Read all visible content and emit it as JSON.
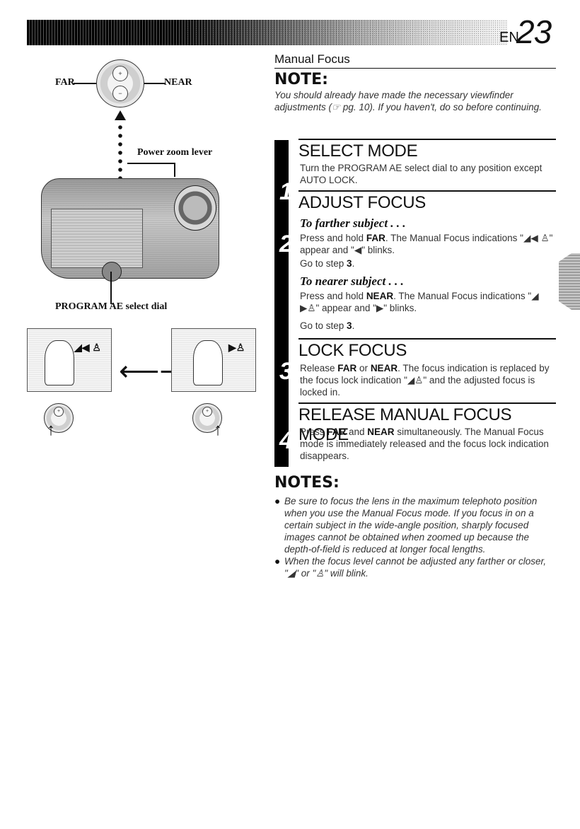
{
  "header": {
    "lang": "EN",
    "page_number": "23"
  },
  "left_figure": {
    "far_label": "FAR",
    "near_label": "NEAR",
    "power_zoom_label": "Power zoom lever",
    "program_ae_label": "PROGRAM AE select dial",
    "dial_plus": "+",
    "dial_minus": "−",
    "vf_left_indicator": "◢◀ ♙",
    "vf_right_indicator": "▶♙",
    "double_arrow": "⟵⟶",
    "up_arrow": "↑"
  },
  "section": {
    "title": "Manual Focus"
  },
  "note": {
    "heading": "NOTE:",
    "body": "You should already have made the necessary viewfinder adjustments (☞ pg. 10). If you haven't, do so before continuing."
  },
  "steps": [
    {
      "num": "1",
      "heading": "SELECT MODE",
      "text": "Turn the PROGRAM AE select dial to any position except AUTO LOCK."
    },
    {
      "num": "2",
      "heading": "ADJUST FOCUS",
      "sub1": "To farther subject . . .",
      "text1a": "Press and hold ",
      "text1b": "FAR",
      "text1c": ". The Manual Focus indications \"◢◀ ♙\" appear and \"◀\" blinks.",
      "text1d": "Go to step ",
      "text1e": "3",
      "text1f": ".",
      "sub2": "To nearer subject . . .",
      "text2a": "Press and hold ",
      "text2b": "NEAR",
      "text2c": ". The Manual Focus indications \"◢ ▶♙\" appear and \"▶\" blinks.",
      "text2d": "Go to step ",
      "text2e": "3",
      "text2f": "."
    },
    {
      "num": "3",
      "heading": "LOCK FOCUS",
      "text_a": "Release ",
      "text_b": "FAR",
      "text_c": " or ",
      "text_d": "NEAR",
      "text_e": ". The focus indication is replaced by the focus lock indication \"◢♙\" and the adjusted focus is locked in."
    },
    {
      "num": "4",
      "heading": "RELEASE MANUAL FOCUS MODE",
      "text_a": "Press ",
      "text_b": "FAR",
      "text_c": " and ",
      "text_d": "NEAR",
      "text_e": " simultaneously. The Manual Focus mode is immediately released and the focus lock indication disappears."
    }
  ],
  "notes": {
    "heading": "NOTES:",
    "bullet": "●",
    "items": [
      "Be sure to focus the lens in the maximum telephoto position when you use the Manual Focus mode. If you focus in on a certain subject in the wide-angle position, sharply focused images cannot be obtained when zoomed up because the depth-of-field is reduced at longer focal lengths.",
      "When the focus level cannot be adjusted any farther or closer, \"◢\" or \"♙\" will blink."
    ]
  }
}
